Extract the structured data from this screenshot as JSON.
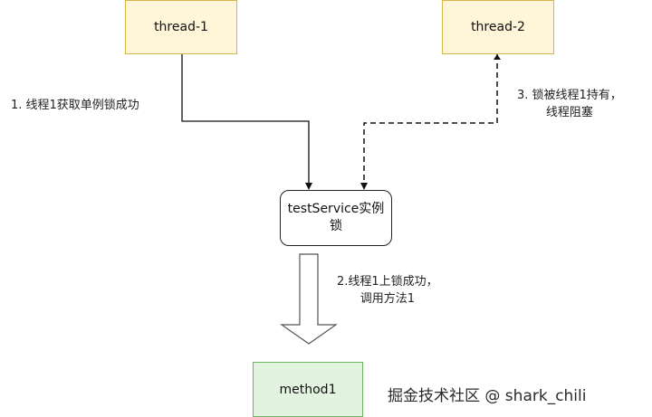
{
  "nodes": {
    "thread1": "thread-1",
    "thread2": "thread-2",
    "service_line1": "testService实例",
    "service_line2": "锁",
    "method1": "method1"
  },
  "edges": {
    "label1": "1. 线程1获取单例锁成功",
    "label3_line1": "3. 锁被线程1持有，",
    "label3_line2": "线程阻塞",
    "label2_line1": "2.线程1上锁成功，",
    "label2_line2": "调用方法1"
  },
  "watermark": "掘金技术社区 @ shark_chili",
  "colors": {
    "thread_fill": "#fff5d9",
    "thread_border": "#d8b64a",
    "method_fill": "#e2f4df",
    "method_border": "#6fb464"
  }
}
